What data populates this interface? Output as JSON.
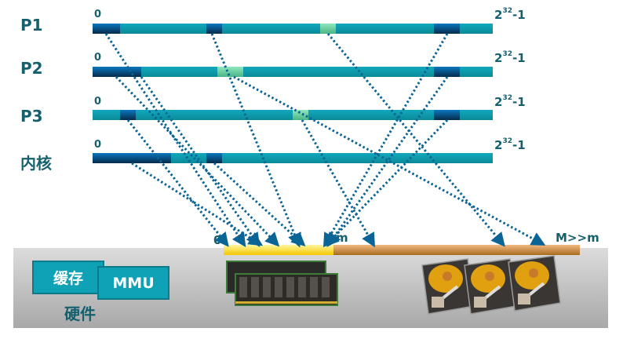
{
  "processes": [
    {
      "label": "P1",
      "start_label": "0",
      "end_base": "2",
      "end_exp": "32",
      "end_suffix": "-1"
    },
    {
      "label": "P2",
      "start_label": "0",
      "end_base": "2",
      "end_exp": "32",
      "end_suffix": "-1"
    },
    {
      "label": "P3",
      "start_label": "0",
      "end_base": "2",
      "end_exp": "32",
      "end_suffix": "-1"
    },
    {
      "label": "内核",
      "start_label": "0",
      "end_base": "2",
      "end_exp": "32",
      "end_suffix": "-1"
    }
  ],
  "physical_memory": {
    "start_label": "0",
    "mem_end_label": "m",
    "disk_end_label": "M>>m"
  },
  "hardware": {
    "label": "硬件",
    "cache_label": "缓存",
    "mmu_label": "MMU"
  },
  "colors": {
    "text": "#15606e",
    "bar": "#0fa1b5",
    "mapped": "#052a4a",
    "shared": "#6fd4a4",
    "arrow": "#0a6496",
    "memory": "#f5c800",
    "disk": "#c08030"
  }
}
